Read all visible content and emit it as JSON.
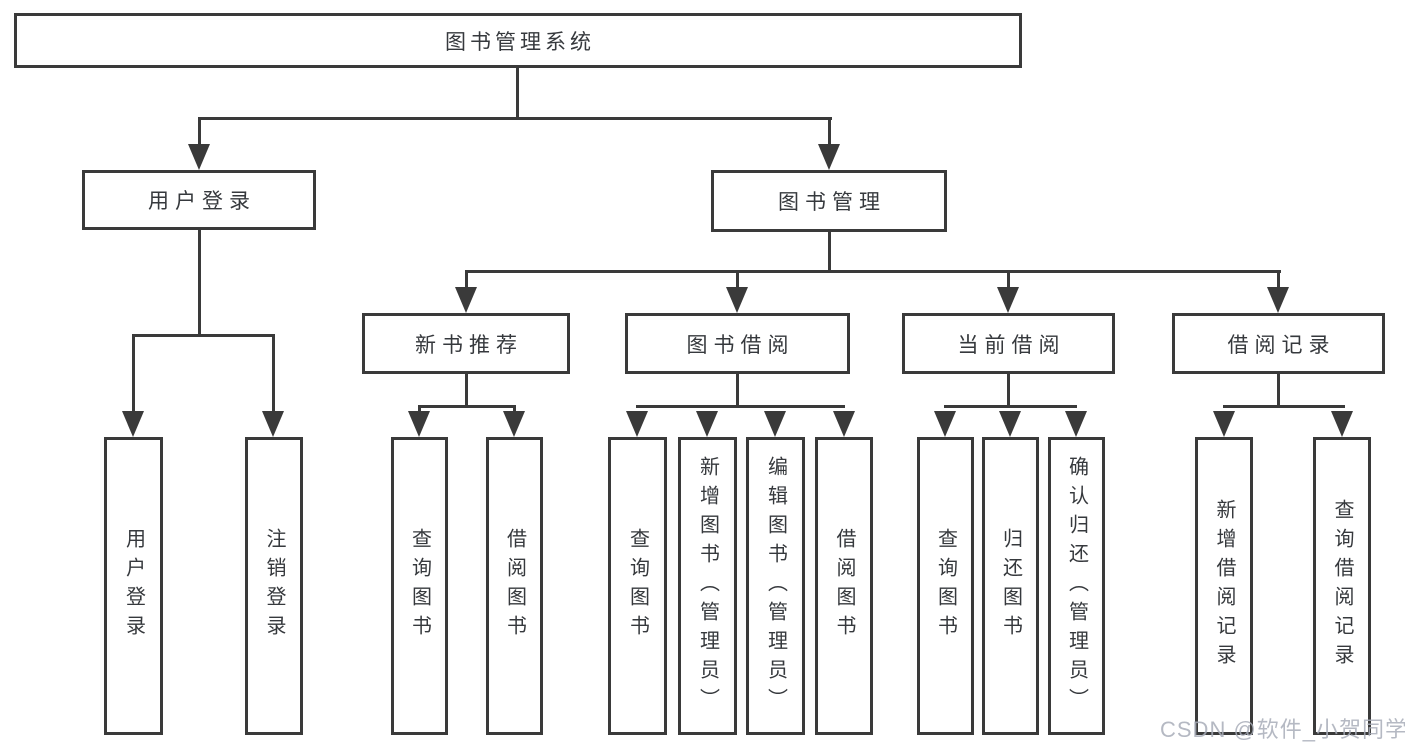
{
  "tree": {
    "root": {
      "label": "图书管理系统",
      "children": [
        {
          "label": "用户登录",
          "children": [
            {
              "label": "用户登录"
            },
            {
              "label": "注销登录"
            }
          ]
        },
        {
          "label": "图书管理",
          "children": [
            {
              "label": "新书推荐",
              "children": [
                {
                  "label": "查询图书"
                },
                {
                  "label": "借阅图书"
                }
              ]
            },
            {
              "label": "图书借阅",
              "children": [
                {
                  "label": "查询图书"
                },
                {
                  "label": "新增图书（管理员）"
                },
                {
                  "label": "编辑图书（管理员）"
                },
                {
                  "label": "借阅图书"
                }
              ]
            },
            {
              "label": "当前借阅",
              "children": [
                {
                  "label": "查询图书"
                },
                {
                  "label": "归还图书"
                },
                {
                  "label": "确认归还（管理员）"
                }
              ]
            },
            {
              "label": "借阅记录",
              "children": [
                {
                  "label": "新增借阅记录"
                },
                {
                  "label": "查询借阅记录"
                }
              ]
            }
          ]
        }
      ]
    }
  },
  "watermark": {
    "text": "CSDN @软件_小贺同学"
  },
  "style": {
    "line_color": "#3a3a3a",
    "box_background": "#ffffff",
    "text_color": "#36393d",
    "watermark_color": "#a8adb8"
  }
}
